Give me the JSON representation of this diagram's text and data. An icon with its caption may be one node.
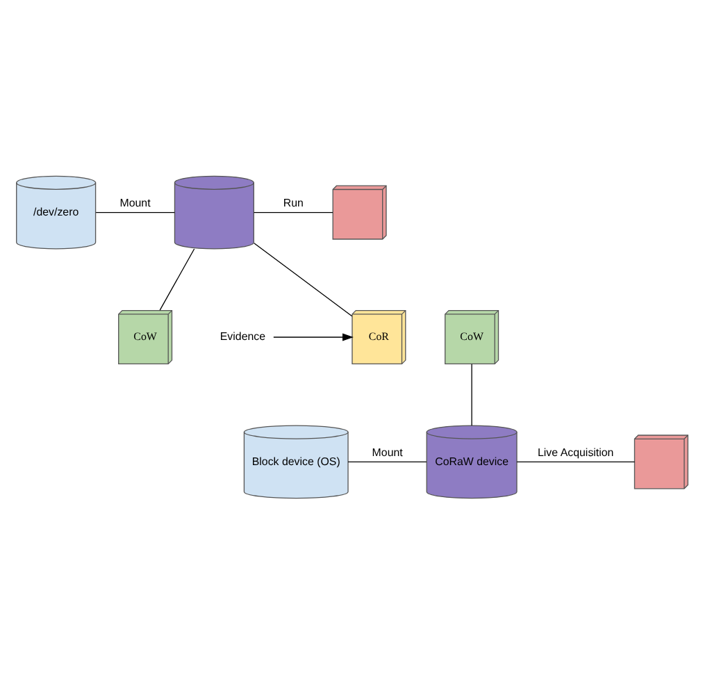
{
  "diagram": {
    "nodes": [
      {
        "text": [
          "/dev/zero"
        ]
      },
      {
        "text": [],
        "shape": "cylinder"
      },
      {
        "text": [],
        "shape": "box"
      },
      {
        "text": [
          "CoW"
        ]
      },
      {
        "text": [
          "CoW"
        ]
      },
      {
        "text": [
          "CoR"
        ]
      },
      {
        "text": [
          "Evidence"
        ]
      },
      {
        "text": [
          "Block device (OS)"
        ]
      },
      {
        "text": [
          "CoRaW device"
        ]
      },
      {
        "text": [],
        "shape": "box"
      }
    ],
    "edges": [
      {
        "from": 0,
        "to": 1,
        "arrow": "none",
        "label": "Mount"
      },
      {
        "from": 1,
        "to": 2,
        "arrow": "none",
        "label": "Run"
      },
      {
        "from": 1,
        "to": 3,
        "arrow": "none"
      },
      {
        "from": 1,
        "to": 5,
        "arrow": "none"
      },
      {
        "from": 6,
        "to": 5,
        "arrow": "to"
      },
      {
        "from": 4,
        "to": 8,
        "arrow": "none"
      },
      {
        "from": 7,
        "to": 8,
        "arrow": "none",
        "label": "Mount"
      },
      {
        "from": 8,
        "to": 9,
        "arrow": "none",
        "label": "Live Acquisition"
      }
    ]
  }
}
